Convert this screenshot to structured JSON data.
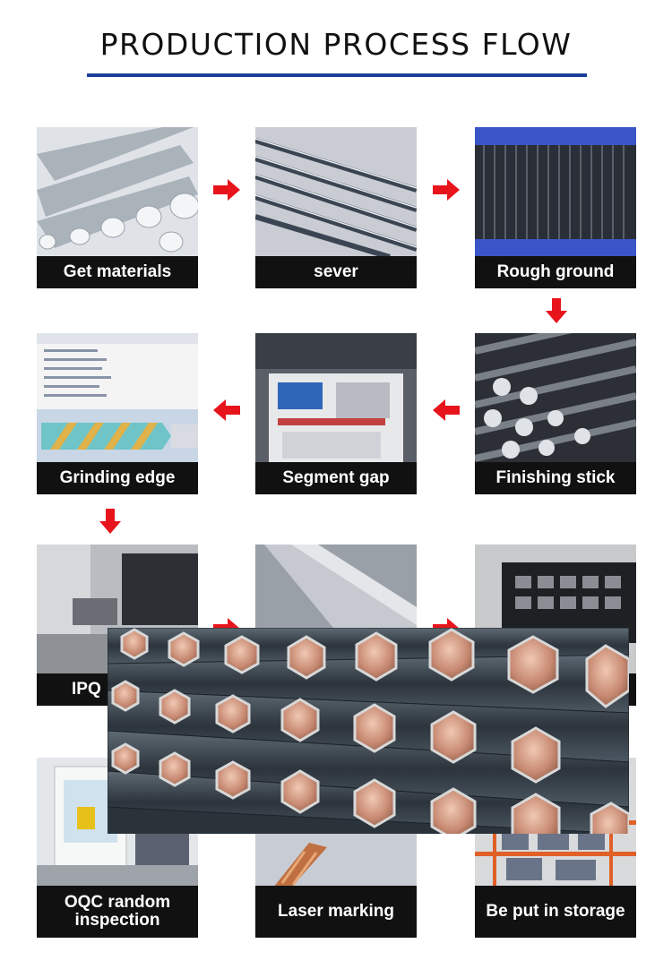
{
  "title": "PRODUCTION PROCESS FLOW",
  "colors": {
    "accent_rule": "#1d3e9e",
    "arrow": "#e8141c",
    "caption_bg": "#111111"
  },
  "steps": [
    {
      "label": "Get materials"
    },
    {
      "label": "sever"
    },
    {
      "label": "Rough ground"
    },
    {
      "label": "Grinding edge"
    },
    {
      "label": "Segment gap"
    },
    {
      "label": "Finishing stick"
    },
    {
      "label": "IPQ"
    },
    {
      "label": ""
    },
    {
      "label": ""
    },
    {
      "label": "OQC random",
      "label2": "inspection"
    },
    {
      "label": "Laser marking"
    },
    {
      "label": "Be put in storage"
    }
  ],
  "arrows": [
    "arrow-right",
    "arrow-right",
    "arrow-down",
    "arrow-left",
    "arrow-left",
    "arrow-down",
    "arrow-right",
    "arrow-right"
  ]
}
